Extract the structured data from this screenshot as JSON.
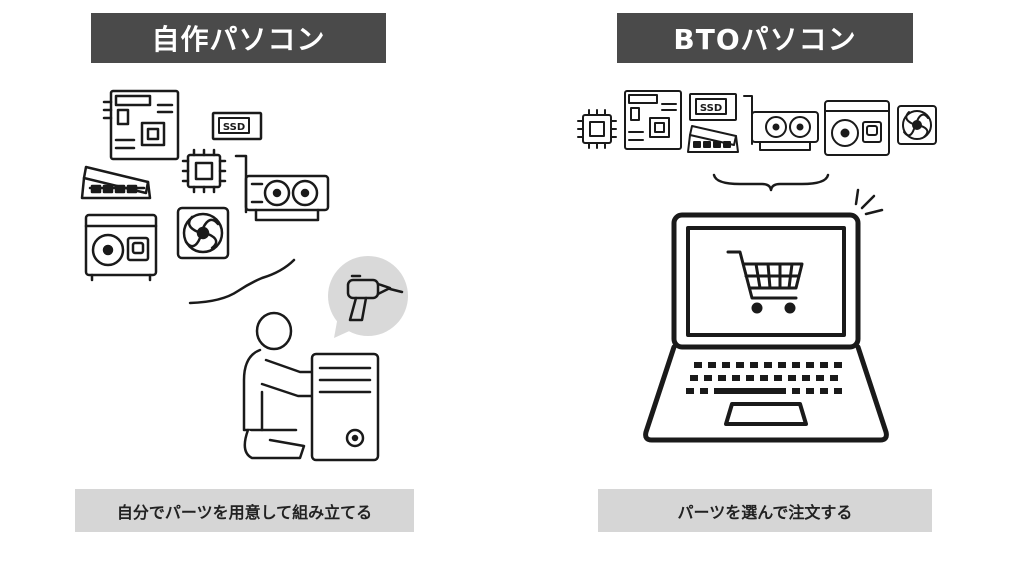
{
  "left": {
    "title": "自作パソコン",
    "caption": "自分でパーツを用意して組み立てる"
  },
  "right": {
    "title": "BTOパソコン",
    "caption": "パーツを選んで注文する"
  },
  "icons": {
    "ssd_label": "SSD"
  },
  "colors": {
    "title_bg": "#4a4a4a",
    "caption_bg": "#d6d6d6",
    "line": "#1a1a1a",
    "bubble": "#d9d9d9"
  }
}
